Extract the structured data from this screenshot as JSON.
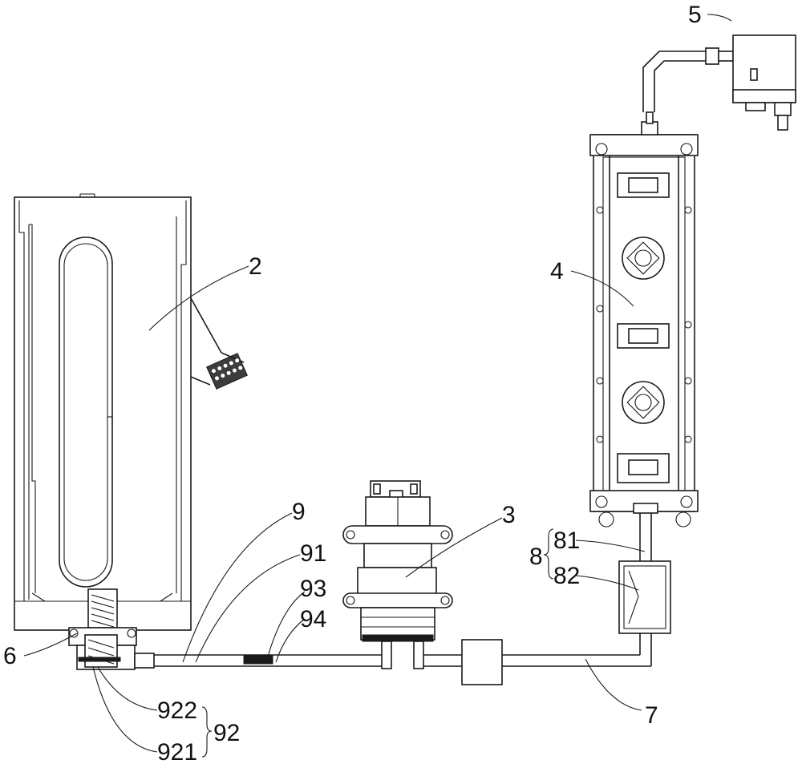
{
  "labels": {
    "water_tank": "2",
    "pump": "3",
    "heater": "4",
    "steam_outlet": "5",
    "base_joint": "6",
    "pipe_main": "7",
    "valve_group": "8",
    "valve_upper": "81",
    "valve_lower": "82",
    "pipe_inlet": "9",
    "pipe_inlet_section": "91",
    "joint_group": "92",
    "joint_lower": "921",
    "joint_upper": "922",
    "pipe_marker_93": "93",
    "pipe_marker_94": "94"
  },
  "colors": {
    "line": "#1a1a1a",
    "background": "#ffffff"
  }
}
